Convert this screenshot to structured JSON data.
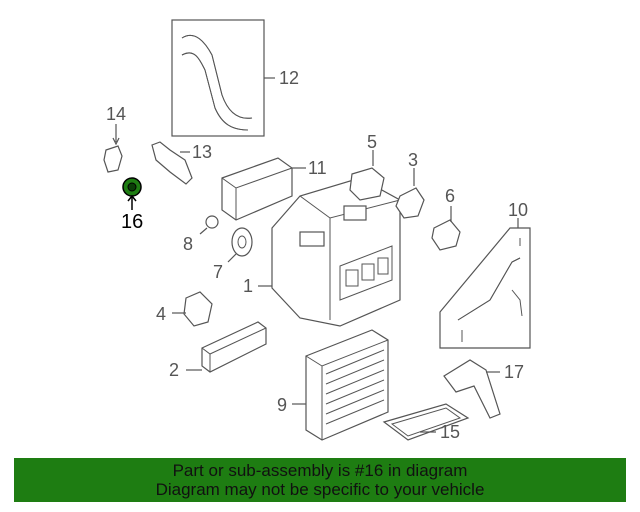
{
  "labels": [
    {
      "id": "1",
      "text": "1"
    },
    {
      "id": "2",
      "text": "2"
    },
    {
      "id": "3",
      "text": "3"
    },
    {
      "id": "4",
      "text": "4"
    },
    {
      "id": "5",
      "text": "5"
    },
    {
      "id": "6",
      "text": "6"
    },
    {
      "id": "7",
      "text": "7"
    },
    {
      "id": "8",
      "text": "8"
    },
    {
      "id": "9",
      "text": "9"
    },
    {
      "id": "10",
      "text": "10"
    },
    {
      "id": "11",
      "text": "11"
    },
    {
      "id": "12",
      "text": "12"
    },
    {
      "id": "13",
      "text": "13"
    },
    {
      "id": "14",
      "text": "14"
    },
    {
      "id": "15",
      "text": "15"
    },
    {
      "id": "16",
      "text": "16"
    },
    {
      "id": "17",
      "text": "17"
    }
  ],
  "highlight": {
    "part": "16",
    "color": "#1e7d12"
  },
  "banner": {
    "line1": "Part or sub-assembly is #16 in diagram",
    "line2": "Diagram may not be specific to your vehicle",
    "background": "#1e7d12"
  }
}
